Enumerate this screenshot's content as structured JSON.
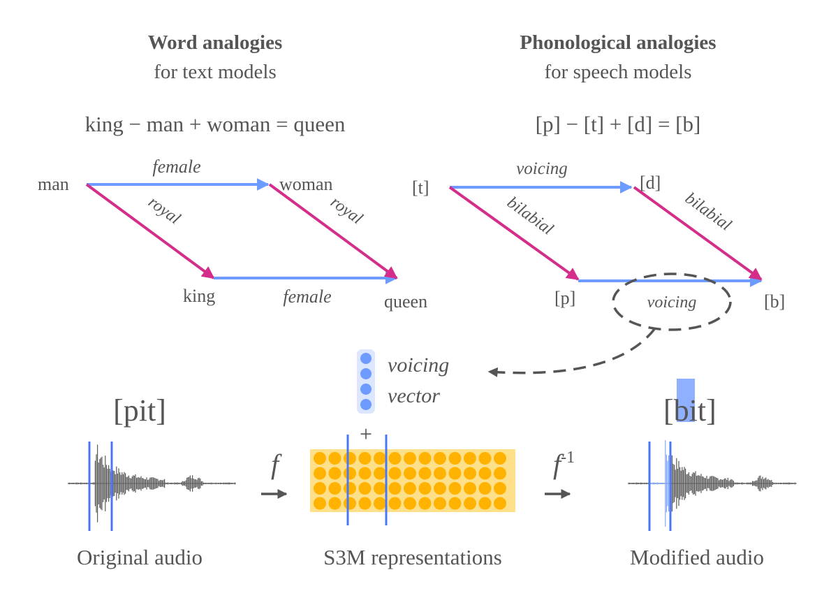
{
  "left_panel": {
    "title": "Word analogies",
    "subtitle": "for text models",
    "equation": "king − man + woman = queen",
    "nodes": {
      "man": "man",
      "woman": "woman",
      "king": "king",
      "queen": "queen"
    },
    "edge_labels": {
      "top": "female",
      "bottom": "female",
      "left_diagonal": "royal",
      "right_diagonal": "royal"
    }
  },
  "right_panel": {
    "title": "Phonological analogies",
    "subtitle": "for speech models",
    "equation": "[p] − [t] + [d] = [b]",
    "nodes": {
      "t": "[t]",
      "d": "[d]",
      "p": "[p]",
      "b": "[b]"
    },
    "edge_labels": {
      "top": "voicing",
      "bottom": "voicing",
      "left_diagonal": "bilabial",
      "right_diagonal": "bilabial"
    }
  },
  "pipeline": {
    "vector_label_line1": "voicing",
    "vector_label_line2": "vector",
    "plus": "+",
    "input_word": "[pit]",
    "output_word_first": "[",
    "output_word_highlight": "b",
    "output_word_rest": "it]",
    "forward_fn": "f",
    "inverse_fn": "f",
    "inverse_sup": "-1",
    "original_caption": "Original audio",
    "repr_caption": "S3M representations",
    "modified_caption": "Modified audio"
  },
  "colors": {
    "blue": "#6e9bff",
    "magenta": "#d42e8a",
    "orange": "#ffb300",
    "text": "#555555",
    "highlight": "#8fb0ff"
  }
}
